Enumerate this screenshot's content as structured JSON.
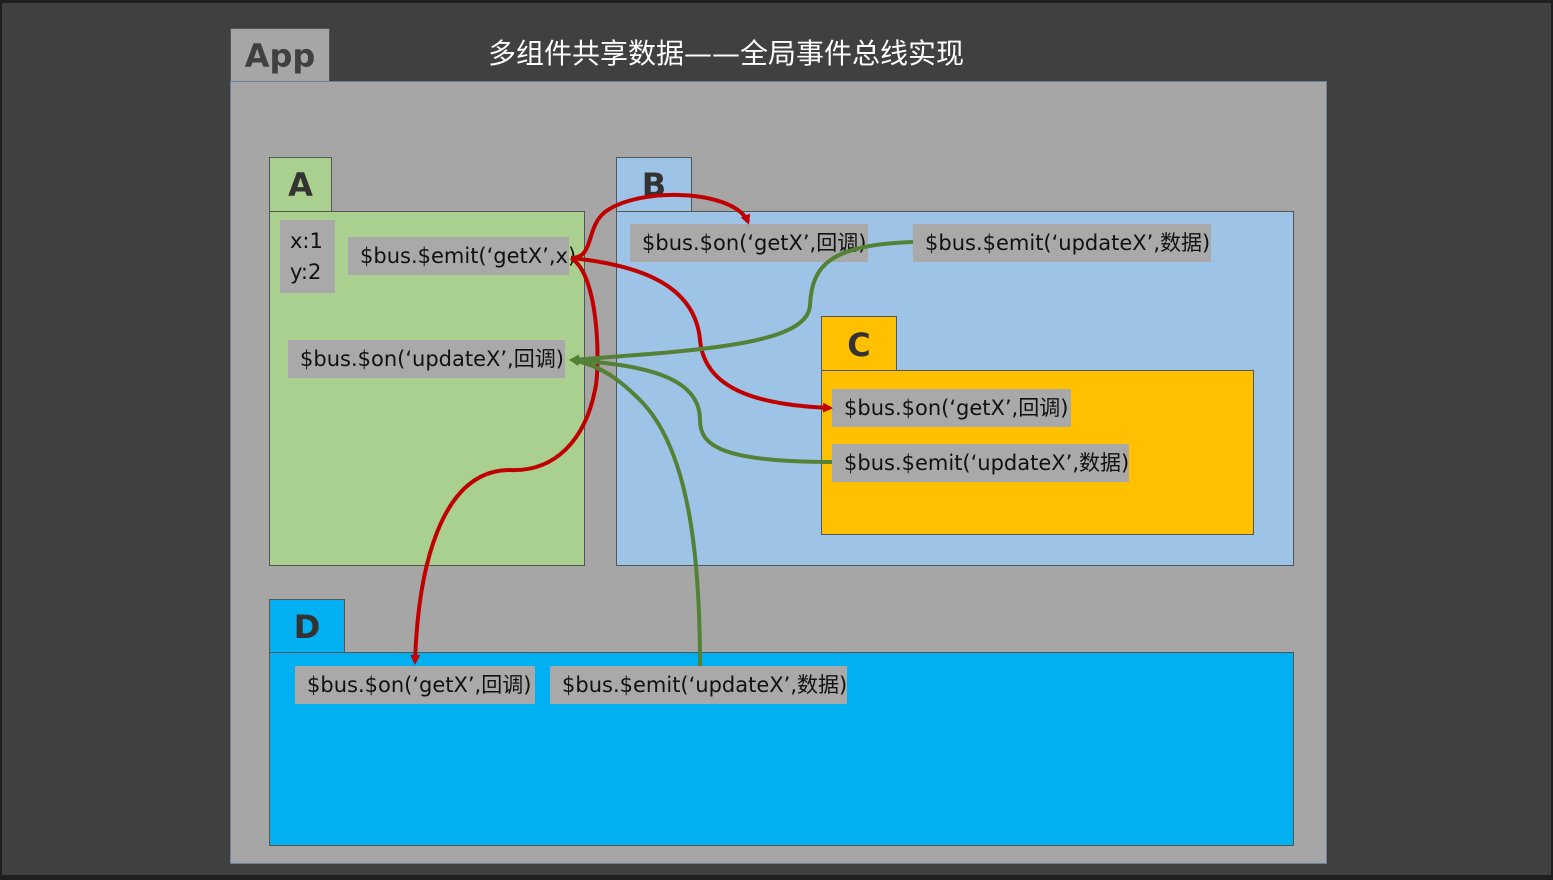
{
  "title": "多组件共享数据——全局事件总线实现",
  "app": {
    "label": "App"
  },
  "components": {
    "a": {
      "label": "A",
      "vars": [
        "x:1",
        "y:2"
      ],
      "emit_getx": "$bus.$emit(‘getX’,x)",
      "on_updatex": "$bus.$on(‘updateX’,回调)"
    },
    "b": {
      "label": "B",
      "on_getx": "$bus.$on(‘getX’,回调)",
      "emit_updatex": "$bus.$emit(‘updateX’,数据)"
    },
    "c": {
      "label": "C",
      "on_getx": "$bus.$on(‘getX’,回调)",
      "emit_updatex": "$bus.$emit(‘updateX’,数据)"
    },
    "d": {
      "label": "D",
      "on_getx": "$bus.$on(‘getX’,回调)",
      "emit_updatex": "$bus.$emit(‘updateX’,数据)"
    }
  },
  "colors": {
    "background": "#404040",
    "app": "#a6a6a6",
    "a": "#a9d08e",
    "b": "#9dc3e6",
    "c": "#ffc000",
    "d": "#00b0f0",
    "chip": "#a9a9a9",
    "getx_arrow": "#c00000",
    "updatex_arrow": "#538135"
  }
}
